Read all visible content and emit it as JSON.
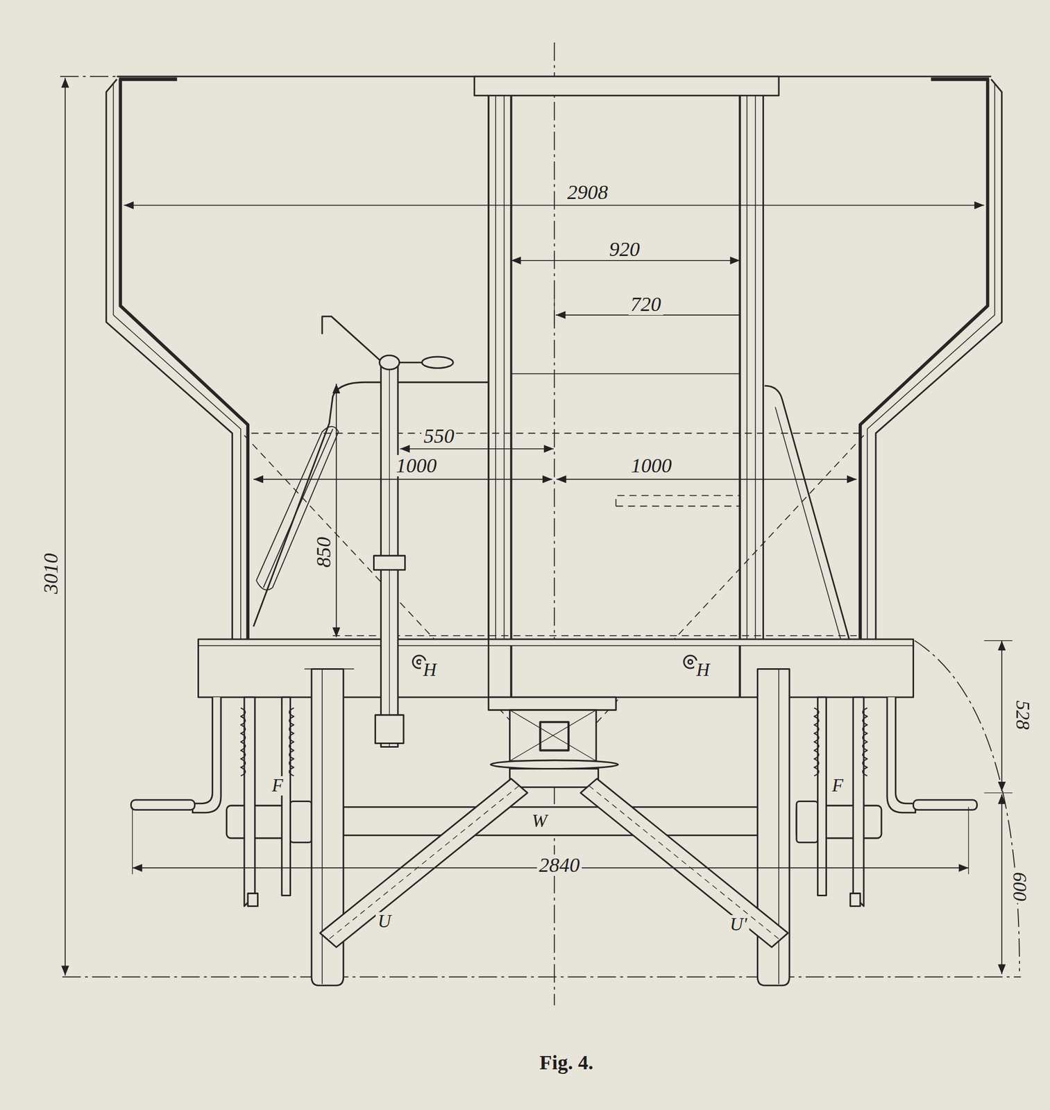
{
  "diagram": {
    "caption": "Fig. 4.",
    "labels": [
      "2908",
      "920",
      "720",
      "550",
      "1000",
      "1000",
      "850",
      "3010",
      "528",
      "600",
      "2840",
      "H",
      "H",
      "F",
      "F",
      "W",
      "U",
      "U'"
    ]
  }
}
